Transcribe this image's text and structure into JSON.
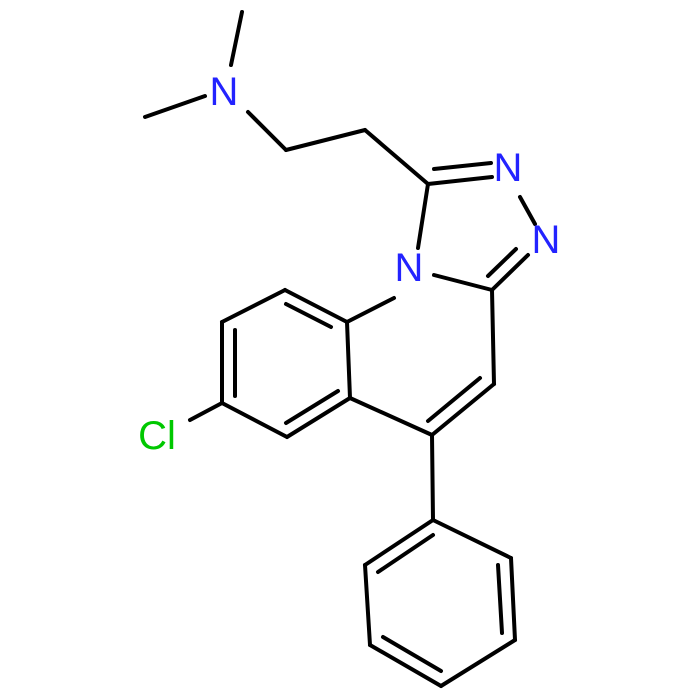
{
  "atom_labels": {
    "n_amine": {
      "text": "N",
      "color": "#2323ff"
    },
    "n_triazole_1": {
      "text": "N",
      "color": "#2323ff"
    },
    "n_triazole_2": {
      "text": "N",
      "color": "#2323ff"
    },
    "n_fused": {
      "text": "N",
      "color": "#2323ff"
    },
    "cl": {
      "text": "Cl",
      "color": "#00c800"
    }
  },
  "bond_color": "#000000"
}
